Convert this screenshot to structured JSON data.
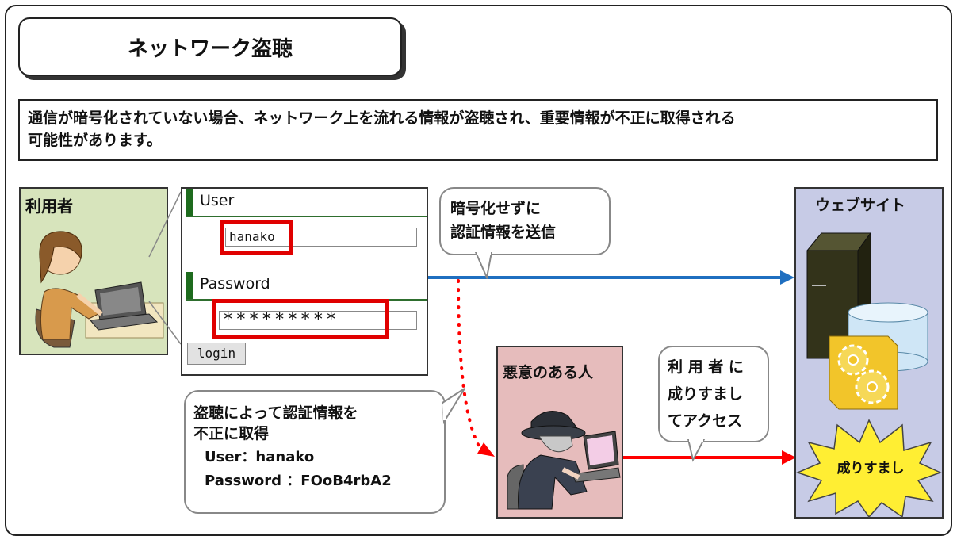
{
  "title": "ネットワーク盗聴",
  "description": "通信が暗号化されていない場合、ネットワーク上を流れる情報が盗聴され、重要情報が不正に取得される\n可能性があります。",
  "user_panel": {
    "label": "利用者"
  },
  "login_form": {
    "user_label": "User",
    "user_value": "hanako",
    "password_label": "Password",
    "password_value": "*********",
    "login_button": "login"
  },
  "bubble_send": "暗号化せずに\n認証情報を送信",
  "bubble_steal": {
    "heading": "盗聴によって認証情報を\n不正に取得",
    "user_line": "User：hanako",
    "password_line": "Password ：FOoB4rbA2"
  },
  "attacker_panel": {
    "label": "悪意のある人"
  },
  "bubble_access": "利 用 者 に\n成りすまし\nてアクセス",
  "website_panel": {
    "label": "ウェブサイト"
  },
  "burst_label": "成りすまし",
  "icons": [
    "user-woman-laptop-icon",
    "server-icon",
    "database-icon",
    "gears-icon",
    "hacker-laptop-icon",
    "burst-icon"
  ],
  "colors": {
    "user_panel": "#d7e4bc",
    "website_panel": "#c7cbe6",
    "attacker_panel": "#e6bcbc",
    "legit_arrow": "#1f6fc0",
    "attack_arrow": "#ff0000",
    "highlight": "#e00000",
    "burst": "#ffee33"
  }
}
